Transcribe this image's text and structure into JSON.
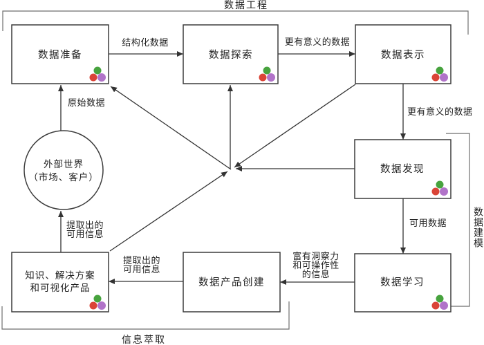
{
  "diagram": {
    "top_bracket": {
      "label": "数据工程"
    },
    "right_bracket": {
      "label": "数据建模"
    },
    "bottom_bracket": {
      "label": "信息萃取"
    },
    "nodes": {
      "external_world": {
        "label_line1": "外部世界",
        "label_line2": "（市场、客户）"
      },
      "data_preparation": {
        "label": "数据准备"
      },
      "data_exploration": {
        "label": "数据探索"
      },
      "data_representation": {
        "label": "数据表示"
      },
      "data_discovery": {
        "label": "数据发现"
      },
      "data_learning": {
        "label": "数据学习"
      },
      "data_product_creation": {
        "label": "数据产品创建"
      },
      "knowledge_solutions": {
        "label_line1": "知识、解决方案",
        "label_line2": "和可视化产品"
      }
    },
    "edge_labels": {
      "raw_data": "原始数据",
      "structured_data": "结构化数据",
      "meaningful_data_top": "更有意义的数据",
      "meaningful_data_right": "更有意义的数据",
      "usable_data": "可用数据",
      "insightful_line1": "富有洞察力",
      "insightful_line2": "和可操作性",
      "insightful_line3": "的信息",
      "extracted_mid_line1": "提取出的",
      "extracted_mid_line2": "可用信息",
      "extracted_left_line1": "提取出的",
      "extracted_left_line2": "可用信息"
    },
    "dot_colors": {
      "green": "#47a33e",
      "red": "#da4437",
      "purple": "#b173c9"
    }
  }
}
